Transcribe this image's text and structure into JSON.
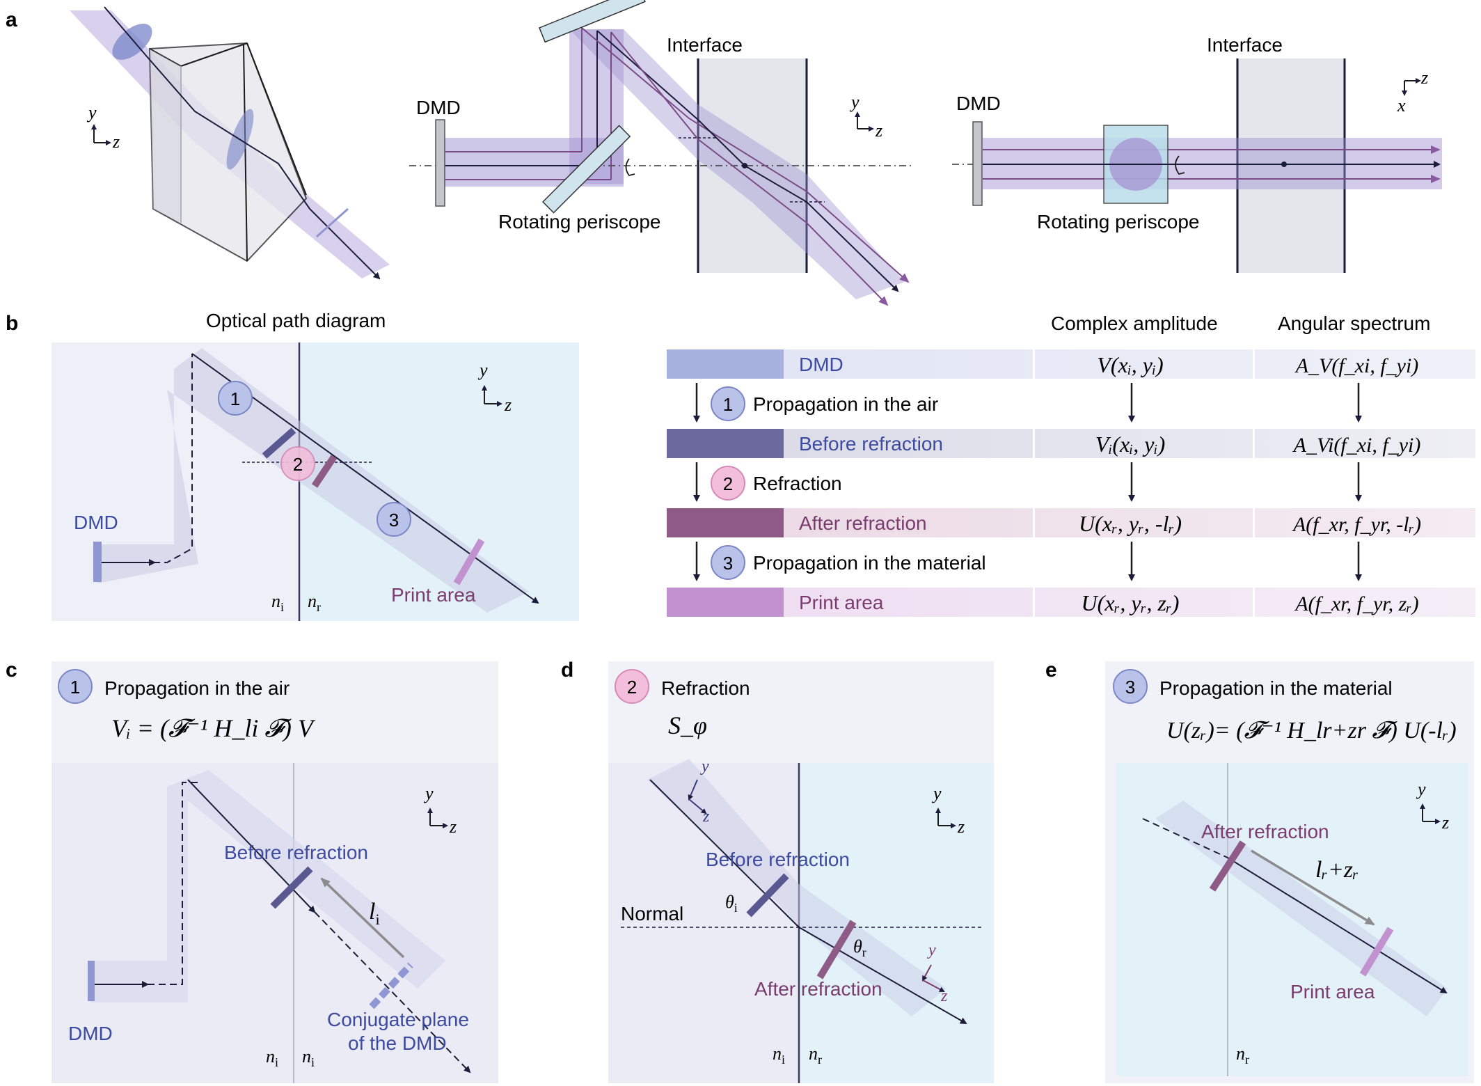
{
  "colors": {
    "panel_bg": "#eef0f7",
    "material_bg": "#e3f2f8",
    "beam_purple": "#9b8fd0",
    "dmd_blue": "#a7b1de",
    "before_refraction": "#6c6a9c",
    "after_refraction": "#8e5a86",
    "print_area": "#c192cf",
    "circle_blue": "#b9c3ea",
    "circle_pink": "#f2bedb",
    "text_blue": "#3c4aa0",
    "text_purple": "#7a3c6e"
  },
  "panel_letters": {
    "a": "a",
    "b": "b",
    "c": "c",
    "d": "d",
    "e": "e"
  },
  "panel_a": {
    "axis1": {
      "y": "y",
      "z": "z"
    },
    "mid": {
      "dmd": "DMD",
      "interface": "Interface",
      "periscope": "Rotating periscope",
      "y": "y",
      "z": "z"
    },
    "right": {
      "dmd": "DMD",
      "interface": "Interface",
      "periscope": "Rotating periscope",
      "x": "x",
      "z": "z"
    }
  },
  "panel_b": {
    "diagram_title": "Optical path diagram",
    "dmd": "DMD",
    "print_area": "Print area",
    "n_i": "n",
    "n_i_sub": "i",
    "n_r": "n",
    "n_r_sub": "r",
    "y": "y",
    "z": "z",
    "steps": [
      "1",
      "2",
      "3"
    ],
    "table": {
      "header_complex": "Complex amplitude",
      "header_angular": "Angular spectrum",
      "rows": [
        {
          "label": "DMD",
          "complex": "V(xᵢ, yᵢ)",
          "angular": "A_V(f_xi, f_yi)"
        },
        {
          "label": "Before refraction",
          "complex": "Vᵢ(xᵢ, yᵢ)",
          "angular": "A_Vi(f_xi, f_yi)"
        },
        {
          "label": "After refraction",
          "complex": "U(xᵣ, yᵣ, -lᵣ)",
          "angular": "A(f_xr, f_yr, -lᵣ)"
        },
        {
          "label": "Print area",
          "complex": "U(xᵣ, yᵣ, zᵣ)",
          "angular": "A(f_xr, f_yr, zᵣ)"
        }
      ],
      "transitions": [
        {
          "num": "1",
          "label": "Propagation in the air"
        },
        {
          "num": "2",
          "label": "Refraction"
        },
        {
          "num": "3",
          "label": "Propagation in the material"
        }
      ]
    }
  },
  "panel_c": {
    "num": "1",
    "title": "Propagation in the air",
    "equation": "Vᵢ = (𝓕⁻¹ H_li 𝓕) V",
    "before_refraction": "Before refraction",
    "li": "l",
    "li_sub": "i",
    "conjugate_1": "Conjugate plane",
    "conjugate_2": "of the DMD",
    "dmd": "DMD",
    "n1": "n",
    "n1_sub": "i",
    "n2": "n",
    "n2_sub": "i",
    "y": "y",
    "z": "z"
  },
  "panel_d": {
    "num": "2",
    "title": "Refraction",
    "equation": "S_φ",
    "before_refraction": "Before refraction",
    "after_refraction": "After refraction",
    "normal": "Normal",
    "theta_i": "θ",
    "theta_i_sub": "i",
    "theta_r": "θ",
    "theta_r_sub": "r",
    "n1": "n",
    "n1_sub": "i",
    "n2": "n",
    "n2_sub": "r",
    "y": "y",
    "z": "z",
    "yi": "y",
    "zi": "z",
    "yr": "y",
    "zr": "z"
  },
  "panel_e": {
    "num": "3",
    "title": "Propagation in the material",
    "equation": "U(zᵣ)= (𝓕⁻¹ H_lr+zr 𝓕) U(-lᵣ)",
    "after_refraction": "After refraction",
    "lrzr": "lᵣ+zᵣ",
    "print_area": "Print area",
    "n": "n",
    "n_sub": "r",
    "y": "y",
    "z": "z"
  }
}
